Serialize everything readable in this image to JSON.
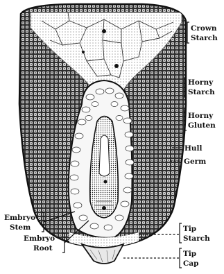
{
  "figure": {
    "colors": {
      "ink": "#111111",
      "paper": "#ffffff",
      "crown_fill": "#f2f2f2",
      "horny_fill": "#3a3a3a"
    },
    "labels": {
      "crown_starch_1": "Crown",
      "crown_starch_2": "Starch",
      "horny_starch_1": "Horny",
      "horny_starch_2": "Starch",
      "horny_gluten_1": "Horny",
      "horny_gluten_2": "Gluten",
      "hull": "Hull",
      "germ": "Germ",
      "embryo_stem_1": "Embryo",
      "embryo_stem_2": "Stem",
      "embryo_root_1": "Embryo",
      "embryo_root_2": "Root",
      "tip_starch_1": "Tip",
      "tip_starch_2": "Starch",
      "tip_cap_1": "Tip",
      "tip_cap_2": "Cap"
    }
  }
}
